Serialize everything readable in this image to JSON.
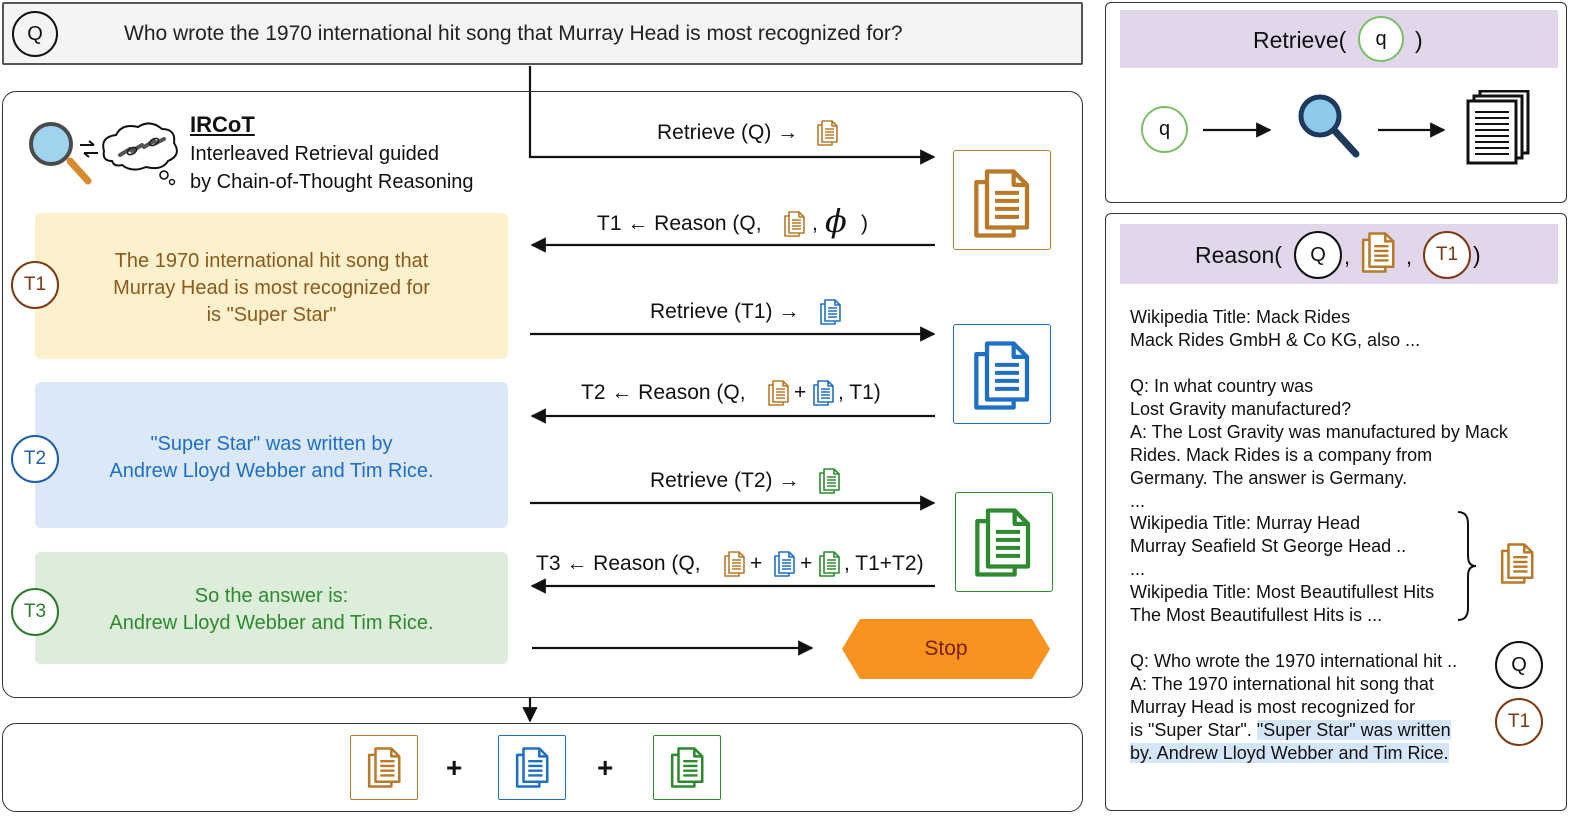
{
  "question": {
    "marker": "Q",
    "text": "Who wrote the 1970 international hit song that Murray Head is most recognized for?"
  },
  "ircot": {
    "title": "IRCoT",
    "subtitle_line1": "Interleaved Retrieval guided",
    "subtitle_line2": "by Chain-of-Thought Reasoning"
  },
  "thoughts": [
    {
      "marker": "T1",
      "lines": [
        "The 1970 international hit song that",
        "Murray Head is most recognized for",
        "is \"Super Star\""
      ],
      "color": "#8a5a1e",
      "bg": "#fdf0cc"
    },
    {
      "marker": "T2",
      "lines": [
        "\"Super Star\" was written by",
        "Andrew Lloyd Webber and Tim Rice."
      ],
      "color": "#1f6fc5",
      "bg": "#dae8f8"
    },
    {
      "marker": "T3",
      "lines": [
        "So the answer is:",
        "Andrew Lloyd Webber and Tim Rice."
      ],
      "color": "#2e8a2e",
      "bg": "#dcedd9"
    }
  ],
  "steps": {
    "retrieve_q": "Retrieve (Q) →",
    "reason_t1_prefix": "T1 ← Reason (Q,",
    "reason_t1_mid": ",",
    "reason_t1_phi": "ϕ",
    "reason_t1_suffix": ")",
    "retrieve_t1": "Retrieve (T1) →",
    "reason_t2_prefix": "T2 ← Reason (Q,",
    "plus": "+",
    "reason_t2_suffix": ", T1)",
    "retrieve_t2": "Retrieve (T2) →",
    "reason_t3_prefix": "T3 ← Reason (Q,",
    "reason_t3_suffix": ", T1+T2)",
    "stop": "Stop"
  },
  "bottom": {
    "plus": "+"
  },
  "retrieve_panel": {
    "title_prefix": "Retrieve(",
    "title_arg": "q",
    "title_suffix": ")",
    "query": "q"
  },
  "reason_panel": {
    "title_prefix": "Reason(",
    "arg_q": "Q",
    "comma": ",",
    "arg_t1": "T1",
    "title_suffix": ")",
    "lines_a": [
      "Wikipedia Title: Mack Rides",
      "Mack Rides GmbH & Co KG, also ..."
    ],
    "lines_b": [
      "Q: In what country was",
      "Lost Gravity manufactured?",
      "A: The Lost Gravity was manufactured by Mack",
      "Rides. Mack Rides is a company from",
      "Germany. The answer is Germany.",
      "..."
    ],
    "lines_c": [
      "Wikipedia Title: Murray Head",
      "Murray Seafield St George Head ..",
      "...",
      "Wikipedia Title: Most Beautifullest Hits",
      "The Most Beautifullest Hits is ..."
    ],
    "lines_d": [
      "Q: Who wrote the 1970 international hit ..",
      "A: The 1970 international hit song that",
      "Murray Head is most recognized for"
    ],
    "line_e_plain": "is \"Super Star\". ",
    "line_e_hl": "\"Super Star\" was written",
    "line_f_hl": "by. Andrew Lloyd Webber and Tim Rice.",
    "marker_q": "Q",
    "marker_t1": "T1"
  },
  "colors": {
    "orange_doc": "#b87a2a",
    "blue_doc": "#1f6fc5",
    "green_doc": "#2e8a2e",
    "stop_fill": "#f7931e",
    "panel_header": "#e2d6eb",
    "q_circle_green": "#7cbf6a",
    "t1_brown": "#7a3a12"
  },
  "icons": [
    "question-marker",
    "magnifier-icon",
    "chain-cloud-icon",
    "document-stack-icon",
    "search-icon"
  ]
}
